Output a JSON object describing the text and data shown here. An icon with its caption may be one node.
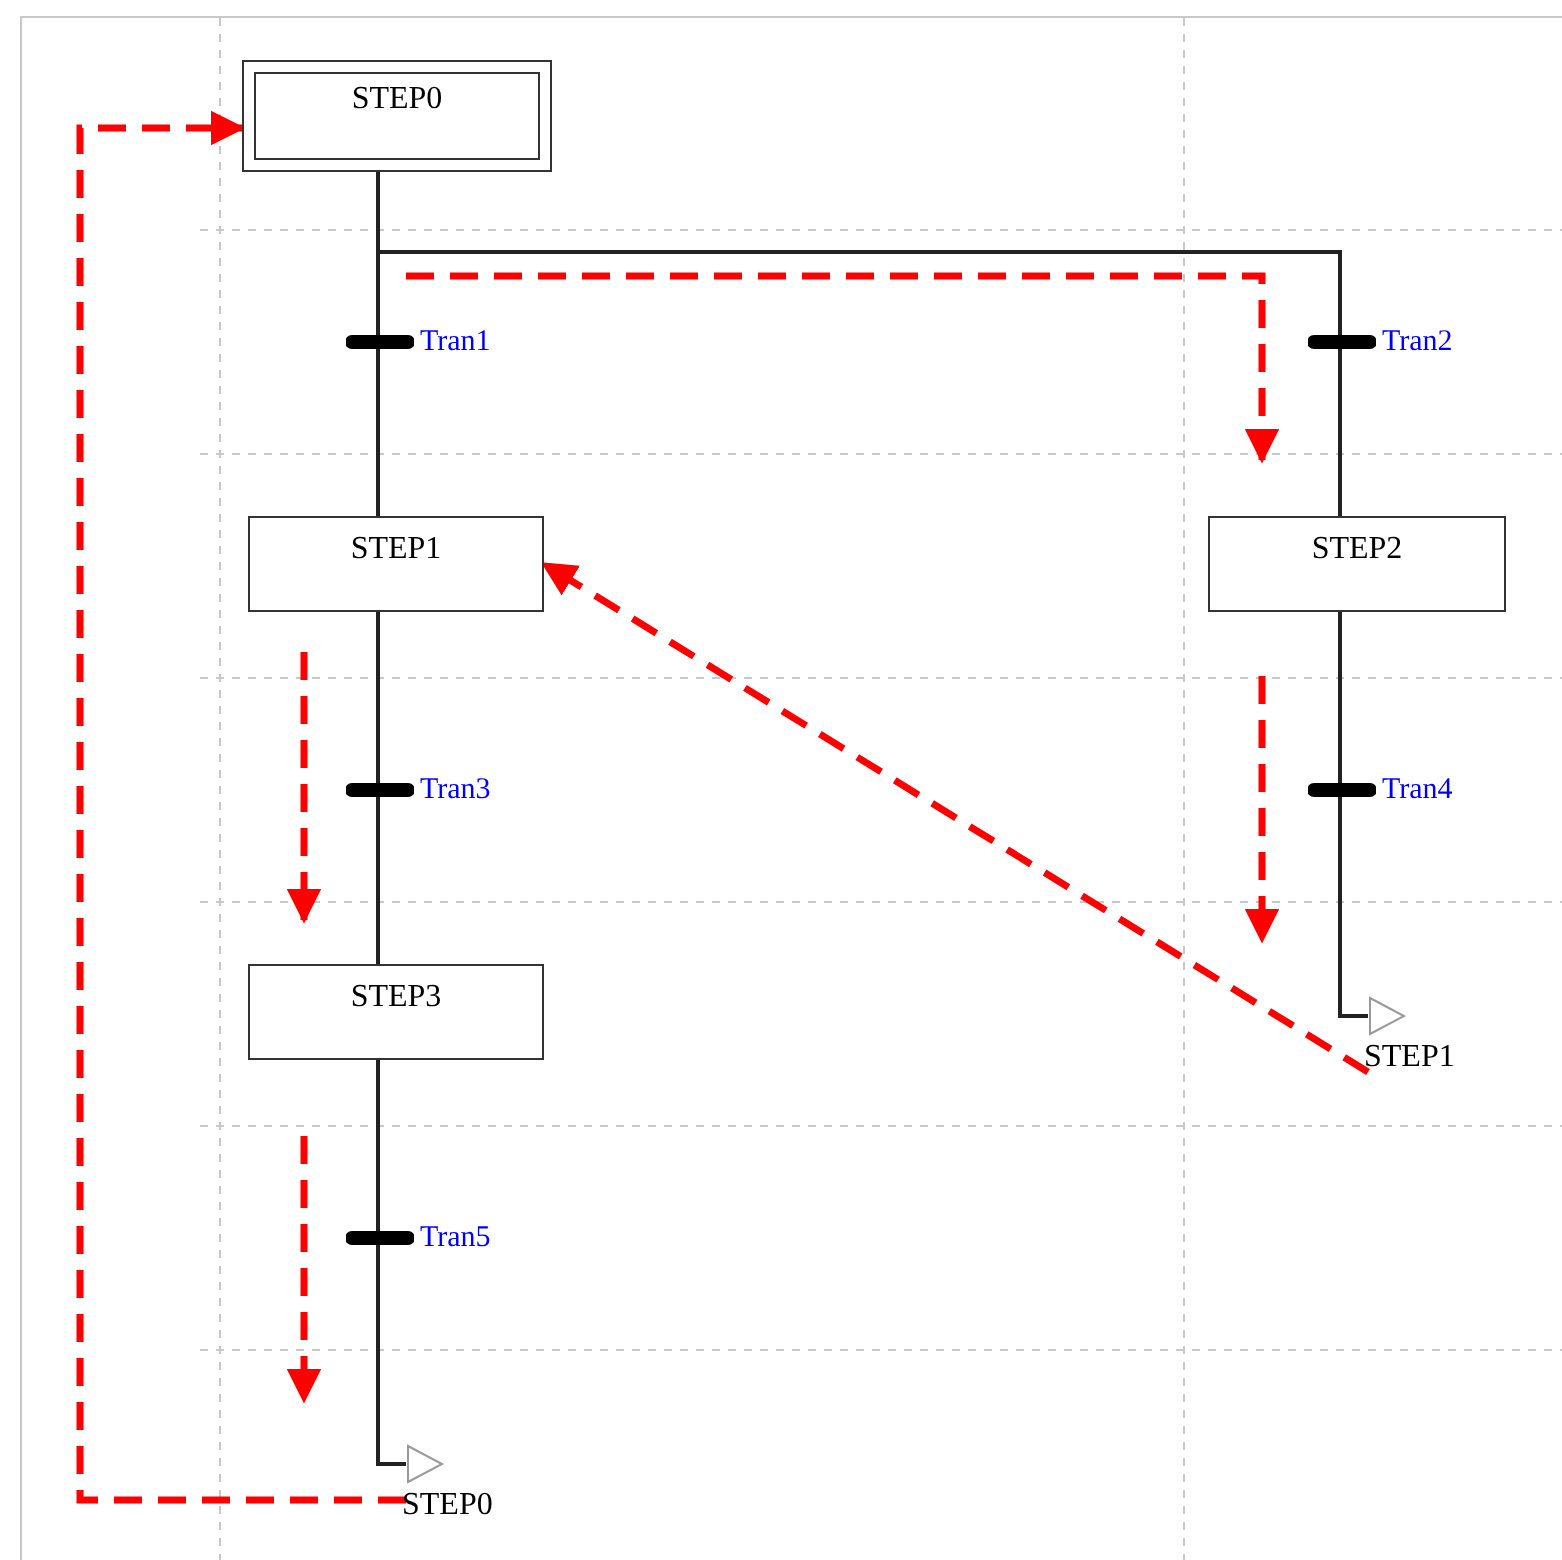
{
  "diagram": {
    "nodes": [
      {
        "text": [
          "STEP0"
        ]
      },
      {
        "text": [
          "Tran1"
        ]
      },
      {
        "text": [
          "Tran2"
        ]
      },
      {
        "text": [
          "STEP1"
        ]
      },
      {
        "text": [
          "STEP2"
        ]
      },
      {
        "text": [
          "Tran3"
        ]
      },
      {
        "text": [
          "Tran4"
        ]
      },
      {
        "text": [
          "STEP3"
        ]
      },
      {
        "text": [
          "STEP1"
        ]
      },
      {
        "text": [
          "Tran5"
        ]
      },
      {
        "text": [
          "STEP0"
        ]
      }
    ],
    "edges": [
      {
        "from": 0,
        "to": 1,
        "arrow": "none"
      },
      {
        "from": 0,
        "to": 2,
        "arrow": "none"
      },
      {
        "from": 1,
        "to": 3,
        "arrow": "none"
      },
      {
        "from": 2,
        "to": 4,
        "arrow": "none"
      },
      {
        "from": 3,
        "to": 5,
        "arrow": "none"
      },
      {
        "from": 5,
        "to": 7,
        "arrow": "none"
      },
      {
        "from": 4,
        "to": 6,
        "arrow": "none"
      },
      {
        "from": 6,
        "to": 8,
        "arrow": "none"
      },
      {
        "from": 7,
        "to": 9,
        "arrow": "none"
      },
      {
        "from": 9,
        "to": 10,
        "arrow": "none"
      },
      {
        "from": 8,
        "to": 3,
        "arrow": "to",
        "style": "dashed",
        "color": "#ff0000"
      },
      {
        "from": 10,
        "to": 0,
        "arrow": "to",
        "style": "dashed",
        "color": "#ff0000"
      }
    ]
  }
}
